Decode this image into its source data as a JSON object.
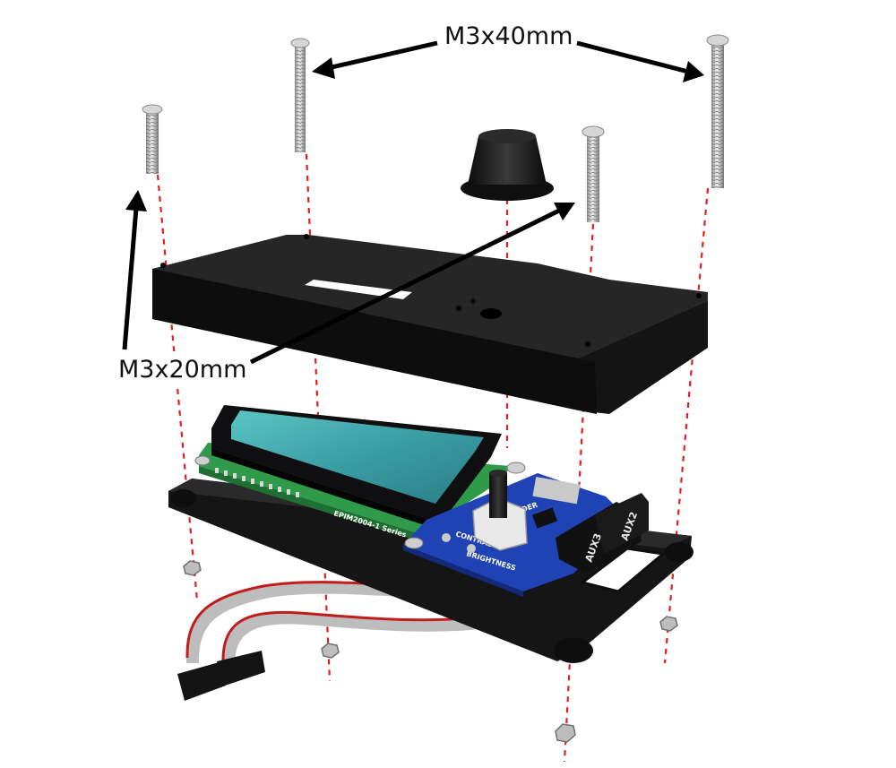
{
  "callouts": {
    "long_screws": "M3x40mm",
    "short_screws": "M3x20mm"
  },
  "board_labels": {
    "lcd_model": "EPIM2004-1 Series",
    "contrast": "CONTRAST",
    "brightness": "BRIGHTNESS",
    "encoder": "ENCODER",
    "aux3": "AUX3",
    "aux2": "AUX2"
  },
  "colors": {
    "guide_line": "#e02020",
    "housing": "#1a1a1a",
    "pcb": "#1f43b5",
    "lcd_screen": "#3fa6a8",
    "cable_stripe": "#c21d1d"
  }
}
